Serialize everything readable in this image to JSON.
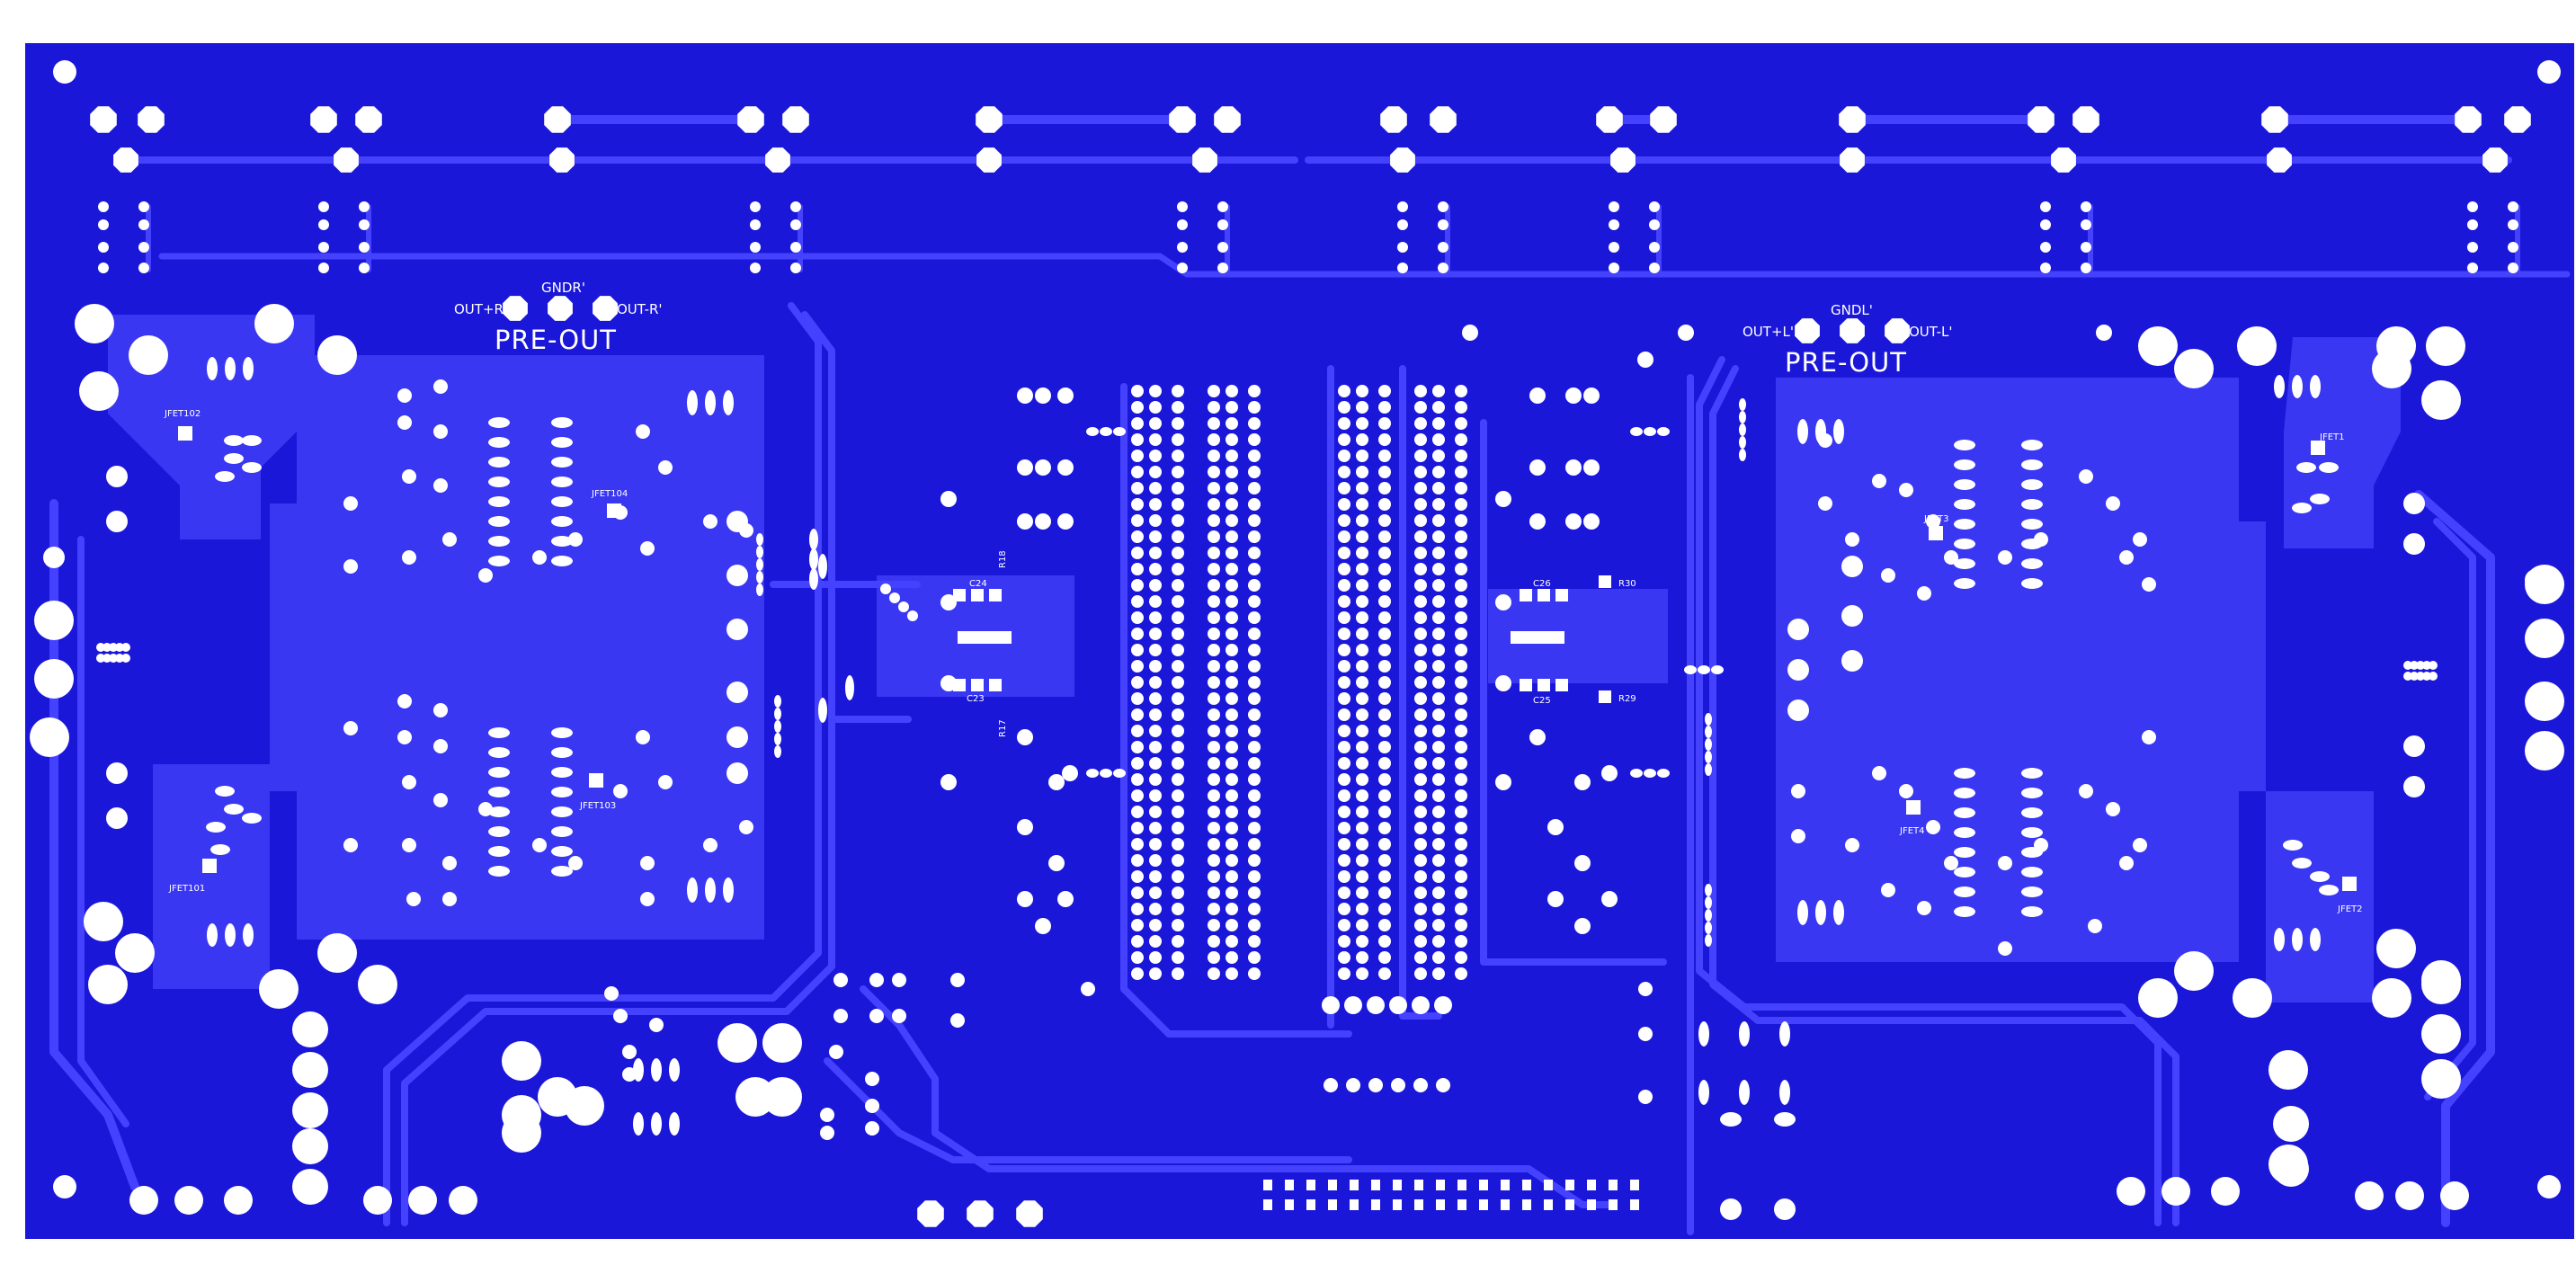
{
  "colors": {
    "board": "#1a17d9",
    "copper": "#3a37f2",
    "trace": "#4441ff",
    "pad": "#ffffff",
    "silk": "#ffffff",
    "background": "#ffffff"
  },
  "labels": {
    "pre_out_left": "PRE-OUT",
    "pre_out_right": "PRE-OUT",
    "out_plus_r": "OUT+R'",
    "gnd_r": "GNDR'",
    "out_minus_r": "OUT-R'",
    "out_plus_l": "OUT+L'",
    "gnd_l": "GNDL'",
    "out_minus_l": "OUT-L'",
    "jfet102": "JFET102",
    "jfet104": "JFET104",
    "jfet103": "JFET103",
    "jfet101": "JFET101",
    "jfet1": "JFET1",
    "jfet2": "JFET2",
    "jfet3": "JFET3",
    "jfet4": "JFET4",
    "c24": "C24",
    "c23": "C23",
    "r18": "R18",
    "r17": "R17",
    "c26": "C26",
    "c25": "C25",
    "r30": "R30",
    "r29": "R29"
  }
}
